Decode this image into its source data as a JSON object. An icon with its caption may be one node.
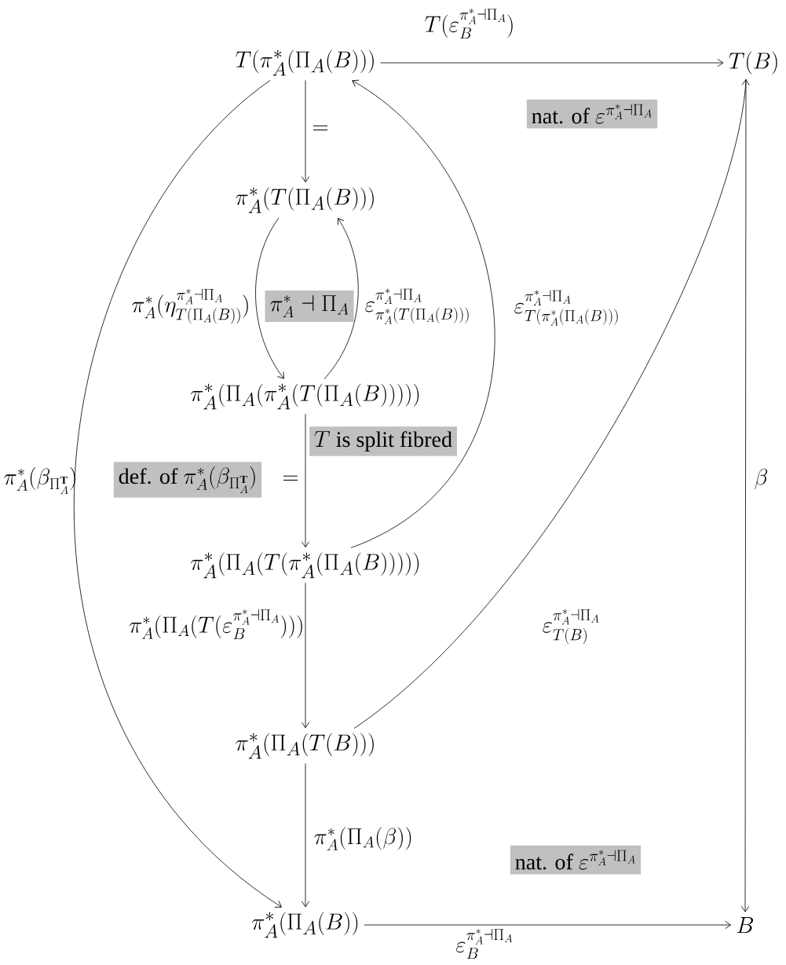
{
  "diagram": {
    "nodes": [
      {
        "text": [
          "T(\\pi_A^*(\\Pi_A(B)))"
        ]
      },
      {
        "text": [
          "T(B)"
        ]
      },
      {
        "text": [
          "\\text{nat. of }\\varepsilon^{\\pi_A^*\\dashv\\Pi_A}"
        ]
      },
      {
        "text": [
          "\\pi_A^*(T(\\Pi_A(B)))"
        ]
      },
      {
        "text": [
          "\\pi_A^*\\dashv\\Pi_A"
        ]
      },
      {
        "text": [
          "\\pi_A^*(\\Pi_A(\\pi_A^*(T(\\Pi_A(B)))))"
        ]
      },
      {
        "text": [
          "T\\text{ is split fibred}"
        ]
      },
      {
        "text": [
          "\\text{def. of }\\pi_A^*(\\beta_{\\Pi_A^{\\mathbf{T}}})"
        ]
      },
      {
        "text": [
          "\\pi_A^*(\\Pi_A(T(\\pi_A^*(\\Pi_A(B)))))"
        ]
      },
      {
        "text": [
          "\\pi_A^*(\\Pi_A(T(B)))"
        ]
      },
      {
        "text": [
          "\\text{nat. of }\\varepsilon^{\\pi_A^*\\dashv\\Pi_A}"
        ]
      },
      {
        "text": [
          "\\pi_A^*(\\Pi_A(B))"
        ]
      },
      {
        "text": [
          "B"
        ]
      }
    ],
    "edges": [
      {
        "from": 0,
        "to": 1,
        "arrow": "to",
        "label": "T(\\varepsilon_B^{\\pi_A^*\\dashv\\Pi_A})"
      },
      {
        "from": 0,
        "to": 3,
        "arrow": "to",
        "label": "="
      },
      {
        "from": 3,
        "to": 5,
        "arrow": "to",
        "label": "\\pi_A^*(\\eta^{\\pi_A^*\\dashv\\Pi_A}_{T(\\Pi_A(B))})"
      },
      {
        "from": 5,
        "to": 3,
        "arrow": "to",
        "label": "\\varepsilon^{\\pi_A^*\\dashv\\Pi_A}_{\\pi_A^*(T(\\Pi_A(B)))}"
      },
      {
        "from": 5,
        "to": 8,
        "arrow": "to",
        "label": "="
      },
      {
        "from": 8,
        "to": 0,
        "arrow": "to",
        "label": "\\varepsilon^{\\pi_A^*\\dashv\\Pi_A}_{T(\\pi_A^*(\\Pi_A(B)))}"
      },
      {
        "from": 8,
        "to": 9,
        "arrow": "to",
        "label": "\\pi_A^*(\\Pi_A(T(\\varepsilon_B^{\\pi_A^*\\dashv\\Pi_A})))"
      },
      {
        "from": 9,
        "to": 1,
        "arrow": "to",
        "label": "\\varepsilon^{\\pi_A^*\\dashv\\Pi_A}_{T(B)}"
      },
      {
        "from": 9,
        "to": 11,
        "arrow": "to",
        "label": "\\pi_A^*(\\Pi_A(\\beta))"
      },
      {
        "from": 0,
        "to": 11,
        "arrow": "to",
        "label": "\\pi_A^*(\\beta_{\\Pi_A^{\\mathbf{T}}})"
      },
      {
        "from": 1,
        "to": 12,
        "arrow": "to",
        "label": "\\beta"
      },
      {
        "from": 11,
        "to": 12,
        "arrow": "to",
        "label": "\\varepsilon_B^{\\pi_A^*\\dashv\\Pi_A}"
      }
    ]
  }
}
